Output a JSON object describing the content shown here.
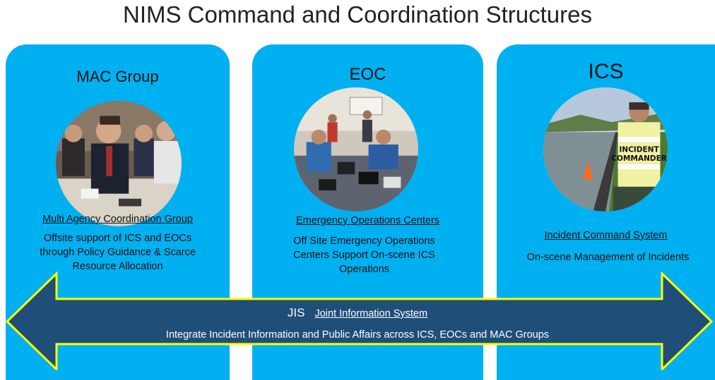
{
  "title": "NIMS Command and Coordination Structures",
  "panels": [
    {
      "title": "MAC Group",
      "subtitle": "Multi Agency Coordination Group",
      "desc_lines": [
        "Offsite support of ICS and EOCs",
        "through Policy Guidance & Scarce",
        "Resource Allocation"
      ]
    },
    {
      "title": "EOC",
      "subtitle": "Emergency Operations Centers",
      "desc_lines": [
        "Off Site Emergency Operations",
        "Centers Support On-scene ICS",
        "Operations"
      ]
    },
    {
      "title": "ICS",
      "subtitle": "Incident Command System",
      "desc_lines": [
        "On-scene Management of Incidents"
      ],
      "vest_text": [
        "INCIDENT",
        "COMMANDER"
      ]
    }
  ],
  "jis": {
    "abbr": "JIS",
    "full": "Joint Information System",
    "desc": "Integrate Incident Information and Public Affairs across ICS, EOCs and MAC Groups"
  },
  "colors": {
    "panel": "#00b0f0",
    "arrow_fill": "#1f4e79",
    "arrow_stroke": "#ffff00"
  }
}
